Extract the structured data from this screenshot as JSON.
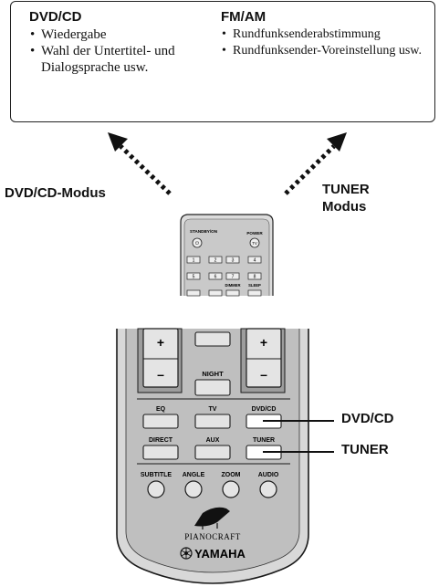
{
  "panel": {
    "left": {
      "heading": "DVD/CD",
      "items": [
        "Wiedergabe",
        "Wahl der Untertitel- und Dialogsprache usw."
      ]
    },
    "right": {
      "heading": "FM/AM",
      "items": [
        "Rundfunksenderabstimmung",
        "Rundfunksender-Voreinstellung usw."
      ]
    }
  },
  "mode_labels": {
    "dvdcd": "DVD/CD-Modus",
    "tuner_line1": "TUNER",
    "tuner_line2": "Modus"
  },
  "small_remote": {
    "standby_label": "STANDBY/ON",
    "power_label": "POWER",
    "tv_label": "TV",
    "keys_row1": [
      "1",
      "2",
      "3",
      "4"
    ],
    "keys_row2": [
      "5",
      "6",
      "7",
      "8"
    ],
    "dimmer_label": "DIMMER",
    "sleep_label": "SLEEP"
  },
  "remote": {
    "plus_left": "+",
    "minus_left": "–",
    "plus_right": "+",
    "minus_right": "–",
    "night": "NIGHT",
    "eq": "EQ",
    "tv": "TV",
    "dvdcd": "DVD/CD",
    "direct": "DIRECT",
    "aux": "AUX",
    "tuner": "TUNER",
    "subtitle": "SUBTITLE",
    "angle": "ANGLE",
    "zoom": "ZOOM",
    "audio": "AUDIO",
    "pianocraft": "PIANOCRAFT",
    "yamaha": "YAMAHA"
  },
  "callouts": {
    "dvdcd": "DVD/CD",
    "tuner": "TUNER"
  },
  "colors": {
    "remote_body": "#d6d6d6",
    "remote_face": "#bcbcbc",
    "button_fill": "#e9e9e9",
    "highlight_button": "#ffffff",
    "outline": "#1a1a1a"
  }
}
